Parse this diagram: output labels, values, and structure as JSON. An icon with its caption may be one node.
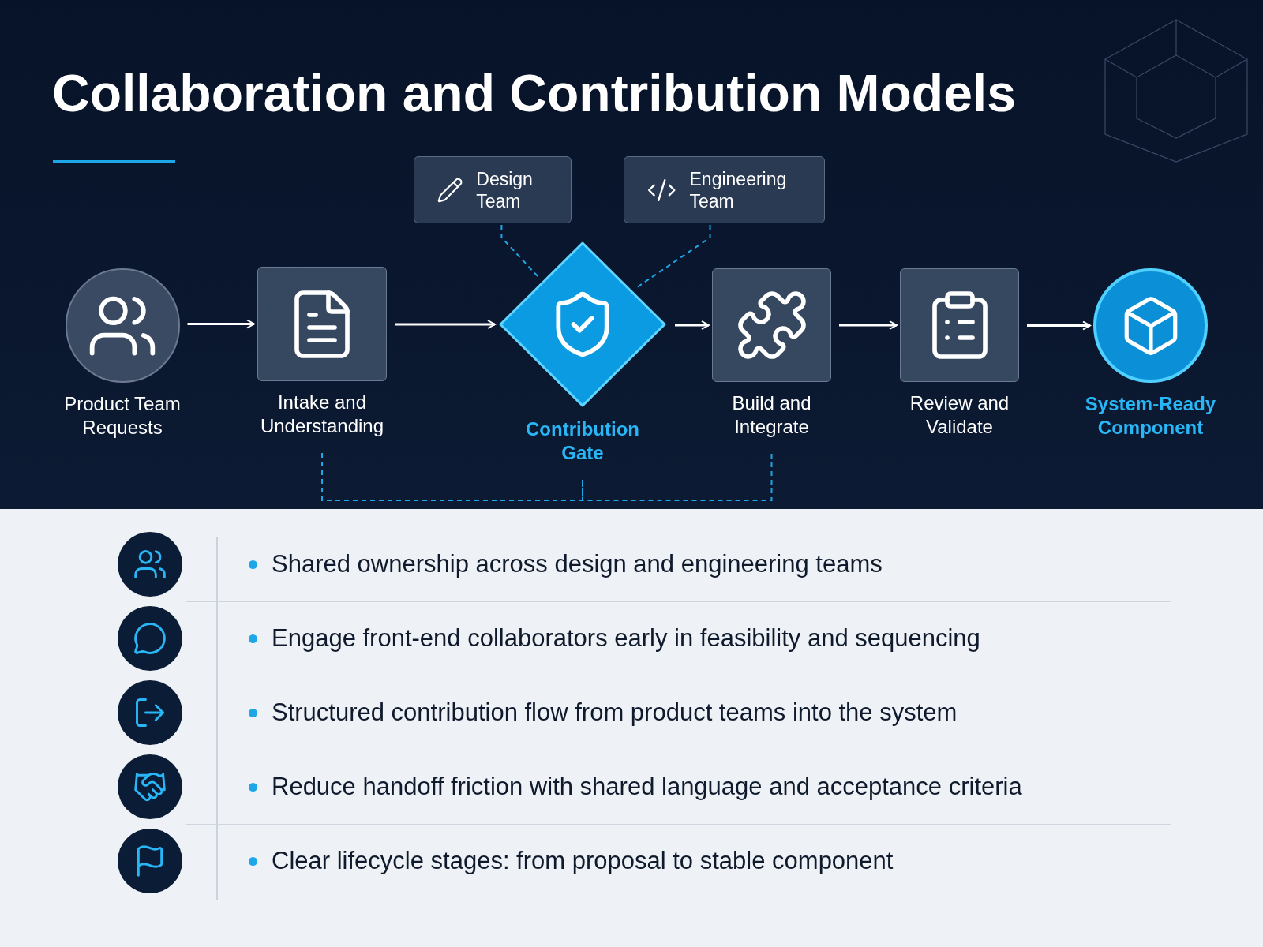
{
  "diagram": {
    "title": "Collaboration and Contribution Models",
    "nodes": [
      {
        "text": [
          "Design Team"
        ]
      },
      {
        "text": [
          "Engineering Team"
        ]
      },
      {
        "text": [
          "Product Team Requests"
        ]
      },
      {
        "text": [
          "Intake and Understanding"
        ]
      },
      {
        "text": [
          "Contribution Gate"
        ]
      },
      {
        "text": [
          "Build and Integrate"
        ]
      },
      {
        "text": [
          "Review and Validate"
        ]
      },
      {
        "text": [
          "System-Ready Component"
        ]
      }
    ],
    "edges": [
      {
        "from": 2,
        "to": 3,
        "arrow": "to"
      },
      {
        "from": 3,
        "to": 4,
        "arrow": "to"
      },
      {
        "from": 4,
        "to": 5,
        "arrow": "to"
      },
      {
        "from": 5,
        "to": 6,
        "arrow": "to"
      },
      {
        "from": 6,
        "to": 7,
        "arrow": "to"
      },
      {
        "from": 0,
        "to": 4,
        "arrow": "none",
        "style": "dashed",
        "color": "#1ea7e8"
      },
      {
        "from": 1,
        "to": 4,
        "arrow": "none",
        "style": "dashed",
        "color": "#1ea7e8"
      },
      {
        "from": 3,
        "to": 4,
        "arrow": "none",
        "style": "dashed",
        "color": "#1ea7e8"
      },
      {
        "from": 5,
        "to": 4,
        "arrow": "none",
        "style": "dashed",
        "color": "#1ea7e8"
      }
    ],
    "labels": [
      "Shared ownership across design and engineering teams",
      "Engage front-end collaborators early in feasibility and sequencing",
      "Structured contribution flow from product teams into the system",
      "Reduce handoff friction with shared language and acceptance criteria",
      "Clear lifecycle stages: from proposal to stable component"
    ]
  }
}
